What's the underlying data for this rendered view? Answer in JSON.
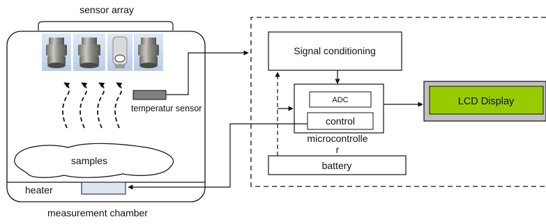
{
  "labels": {
    "sensor_array": "sensor array",
    "temperature_sensor": "temperatur sensor",
    "samples": "samples",
    "heater": "heater",
    "measurement_chamber": "measurement chamber",
    "signal_conditioning": "Signal conditioning",
    "adc": "ADC",
    "control": "control",
    "microcontroller_line1": "microcontrolle",
    "microcontroller_line2": "r",
    "battery": "battery",
    "lcd_display": "LCD Display"
  },
  "colors": {
    "lcd_screen": "#99cc00",
    "lcd_bezel": "#c0c0c0",
    "heater_fill": "#dce6f2",
    "temp_sensor_fill": "#7f7f7f",
    "line": "#111111"
  },
  "icons": {
    "sensor": "gas-sensor-icon",
    "airflow": "airflow-arrow-icon"
  }
}
